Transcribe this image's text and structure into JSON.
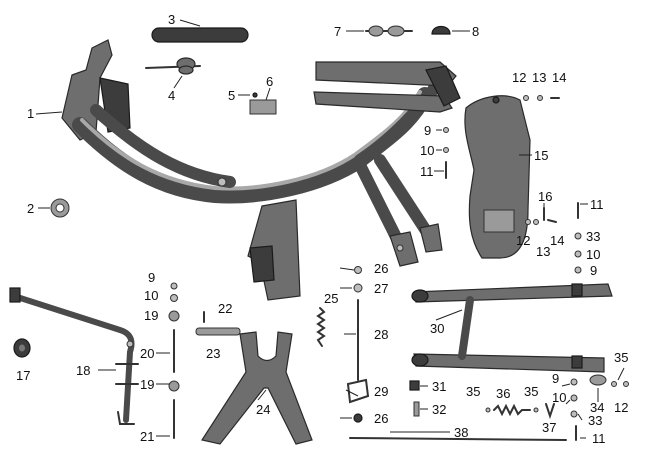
{
  "callouts": [
    "1",
    "2",
    "3",
    "4",
    "5",
    "6",
    "7",
    "8",
    "9",
    "10",
    "11",
    "12",
    "13",
    "14",
    "15",
    "16",
    "17",
    "18",
    "19",
    "20",
    "21",
    "22",
    "23",
    "24",
    "25",
    "26",
    "27",
    "28",
    "29",
    "30",
    "31",
    "32",
    "33",
    "34",
    "35",
    "36",
    "37",
    "38"
  ]
}
